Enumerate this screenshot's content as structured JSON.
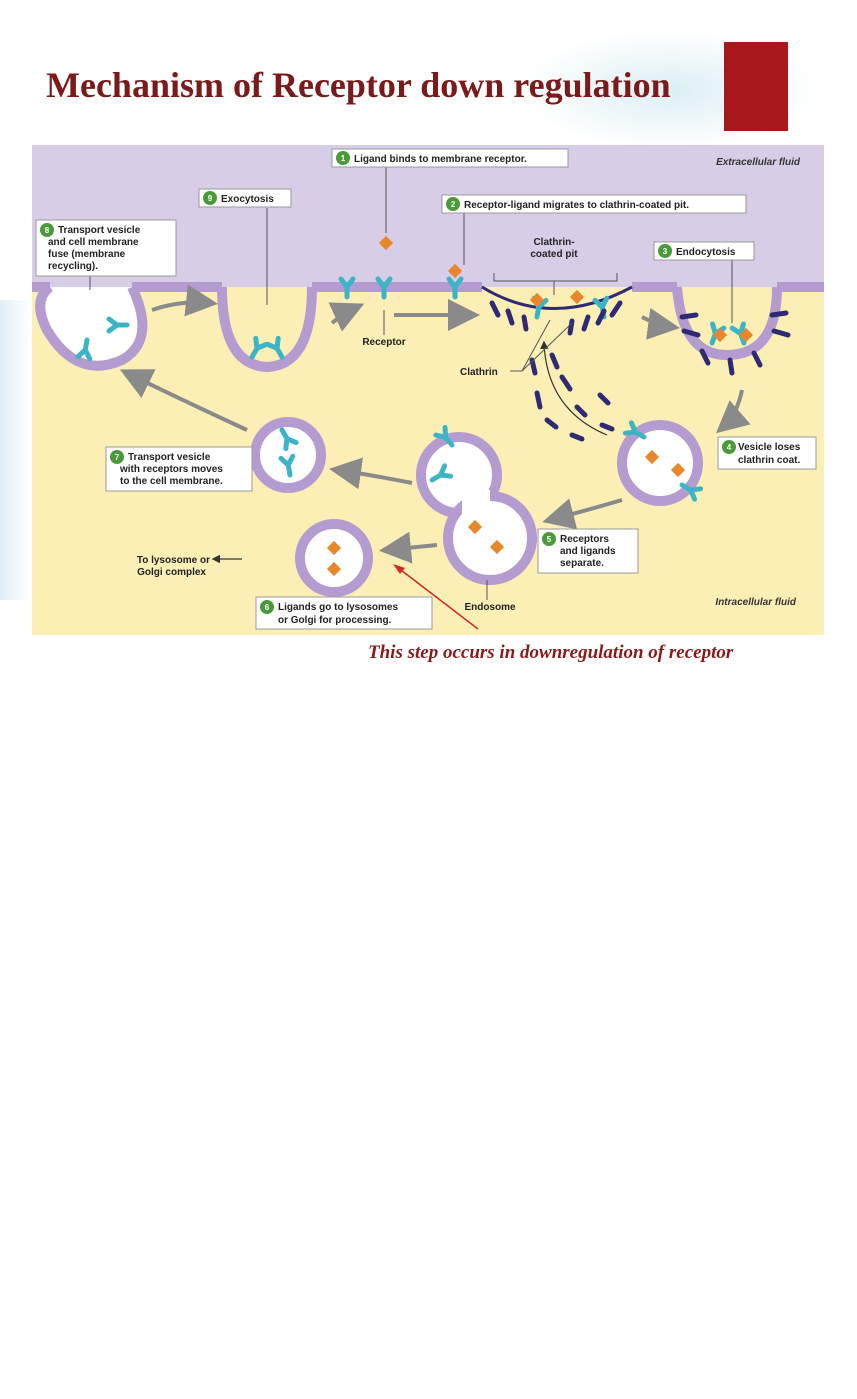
{
  "title": "Mechanism of Receptor down regulation",
  "caption": "This step occurs in downregulation of receptor",
  "colors": {
    "title": "#7a1a1a",
    "accent_block": "#a8171b",
    "extracellular": "#d8cde6",
    "intracellular": "#fbefb6",
    "membrane": "#b49bd0",
    "receptor": "#3bb5c6",
    "ligand": "#e8862a",
    "clathrin": "#2f2a73",
    "step_badge": "#4a9a3a",
    "highlight_arrow": "#d6262a"
  },
  "regions": {
    "extracellular": "Extracellular fluid",
    "intracellular": "Intracellular fluid"
  },
  "labels": {
    "receptor": "Receptor",
    "clathrin": "Clathrin",
    "pit_line1": "Clathrin-",
    "pit_line2": "coated pit",
    "endosome": "Endosome",
    "lysosome_line1": "To lysosome or",
    "lysosome_line2": "Golgi complex"
  },
  "steps": [
    {
      "num": "1",
      "lines": [
        "Ligand binds to membrane receptor."
      ]
    },
    {
      "num": "2",
      "lines": [
        "Receptor-ligand migrates to clathrin-coated pit."
      ]
    },
    {
      "num": "3",
      "lines": [
        "Endocytosis"
      ]
    },
    {
      "num": "4",
      "lines": [
        "Vesicle loses",
        "clathrin coat."
      ]
    },
    {
      "num": "5",
      "lines": [
        "Receptors",
        "and ligands",
        "separate."
      ]
    },
    {
      "num": "6",
      "lines": [
        "Ligands go to lysosomes",
        "or Golgi for processing."
      ]
    },
    {
      "num": "7",
      "lines": [
        "Transport vesicle",
        "with receptors moves",
        "to the cell membrane."
      ]
    },
    {
      "num": "8",
      "lines": [
        "Transport vesicle",
        "and cell membrane",
        "fuse (membrane",
        "recycling)."
      ]
    },
    {
      "num": "9",
      "lines": [
        "Exocytosis"
      ]
    }
  ]
}
